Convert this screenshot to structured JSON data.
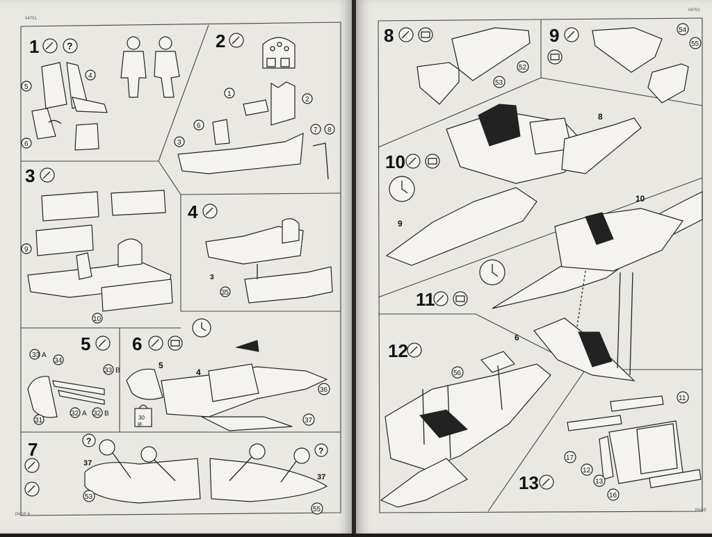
{
  "left_page": {
    "header_code": "04701",
    "footer_label": "PAGE 6",
    "steps": [
      {
        "id": "1",
        "number": "1"
      },
      {
        "id": "2",
        "number": "2"
      },
      {
        "id": "3",
        "number": "3"
      },
      {
        "id": "4",
        "number": "4"
      },
      {
        "id": "5",
        "number": "5"
      },
      {
        "id": "6",
        "number": "6"
      },
      {
        "id": "7",
        "number": "7"
      }
    ],
    "callouts": {
      "s1": [
        "5",
        "4",
        "6"
      ],
      "s2": [
        "1",
        "2",
        "6",
        "3",
        "7",
        "8"
      ],
      "s3": [
        "9",
        "10"
      ],
      "s4": [
        "3",
        "35"
      ],
      "s5": [
        "33",
        "A",
        "34",
        "33",
        "B",
        "32",
        "A",
        "32",
        "B",
        "31"
      ],
      "s6": [
        "5",
        "4",
        "36",
        "37"
      ],
      "s7": [
        "37",
        "37",
        "53",
        "55"
      ]
    },
    "weight_label": "30",
    "weight_unit": "gr."
  },
  "right_page": {
    "header_code": "04701",
    "footer_label": "PAGE",
    "steps": [
      {
        "id": "8",
        "number": "8"
      },
      {
        "id": "9",
        "number": "9"
      },
      {
        "id": "10",
        "number": "10"
      },
      {
        "id": "11",
        "number": "11"
      },
      {
        "id": "12",
        "number": "12"
      },
      {
        "id": "13",
        "number": "13"
      }
    ],
    "callouts": {
      "s8": [
        "52",
        "53"
      ],
      "s9": [
        "54",
        "55"
      ],
      "s10": [
        "8",
        "9"
      ],
      "s11": [
        "10",
        "6"
      ],
      "s12": [
        "56"
      ],
      "s13": [
        "11",
        "17",
        "12",
        "13",
        "16"
      ]
    }
  },
  "icons": {
    "paint": "paint-brush-icon",
    "question": "question-mark-icon",
    "clock": "clock-icon",
    "decal": "decal-icon"
  }
}
